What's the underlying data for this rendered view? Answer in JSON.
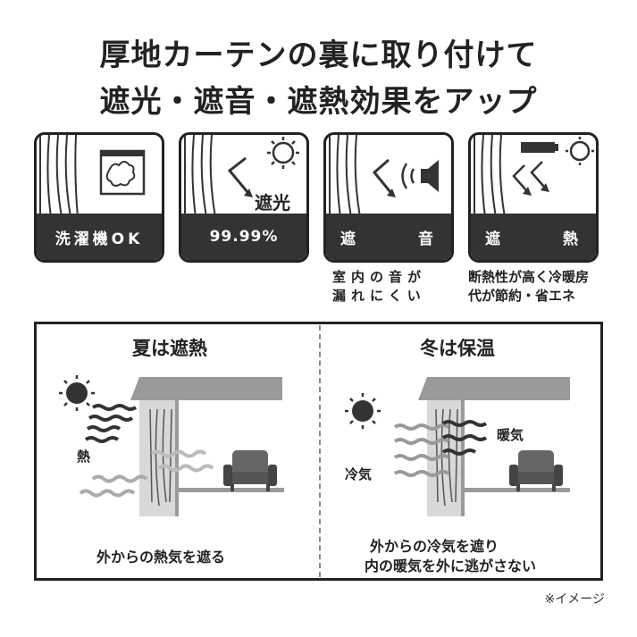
{
  "heading": {
    "line1": "厚地カーテンの裏に取り付けて",
    "line2": "遮光・遮音・遮熱効果をアップ"
  },
  "cards": [
    {
      "label": "洗濯機OK"
    },
    {
      "label": "99.99%",
      "overlay": "遮光"
    },
    {
      "label_left": "遮",
      "label_right": "音"
    },
    {
      "label_left": "遮",
      "label_right": "熱"
    }
  ],
  "captions": {
    "sound": [
      "室内の音が",
      "漏れにくい"
    ],
    "heat": [
      "断熱性が高く冷暖房",
      "代が節約・省エネ"
    ]
  },
  "summer": {
    "title": "夏は遮熱",
    "heat_label": "熱",
    "caption": "外からの熱気を遮る"
  },
  "winter": {
    "title": "冬は保温",
    "warm_label": "暖気",
    "cold_label": "冷気",
    "caption_line1": "外からの冷気を遮り",
    "caption_line2": "内の暖気を外に逃がさない"
  },
  "note": "※イメージ",
  "colors": {
    "dark": "#333333",
    "gray": "#9a9a9a",
    "light": "#d8d8d8"
  }
}
